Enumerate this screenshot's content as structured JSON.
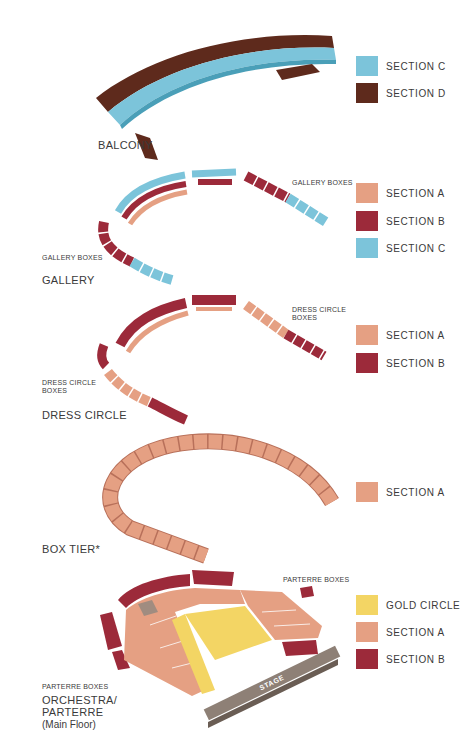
{
  "diagram": {
    "nodes": [
      {
        "text": [
          "STAGE"
        ]
      }
    ],
    "labels": [
      "BALCONY",
      "GALLERY BOXES",
      "GALLERY BOXES",
      "GALLERY",
      "DRESS CIRCLE BOXES",
      "DRESS CIRCLE BOXES",
      "DRESS CIRCLE",
      "BOX TIER*",
      "PARTERRE BOXES",
      "PARTERRE BOXES",
      "ORCHESTRA/ PARTERRE",
      "(Main Floor)"
    ],
    "legend": [
      {
        "text": "SECTION C",
        "color": "#7cc4da"
      },
      {
        "text": "SECTION D",
        "color": "#5e2a1c"
      },
      {
        "text": "SECTION A",
        "color": "#e5a083"
      },
      {
        "text": "SECTION B",
        "color": "#9c2a3a"
      },
      {
        "text": "SECTION C",
        "color": "#7cc4da"
      },
      {
        "text": "SECTION A",
        "color": "#e5a083"
      },
      {
        "text": "SECTION B",
        "color": "#9c2a3a"
      },
      {
        "text": "SECTION A",
        "color": "#e5a083"
      },
      {
        "text": "GOLD CIRCLE",
        "color": "#f3d564"
      },
      {
        "text": "SECTION A",
        "color": "#e5a083"
      },
      {
        "text": "SECTION B",
        "color": "#9c2a3a"
      }
    ]
  }
}
